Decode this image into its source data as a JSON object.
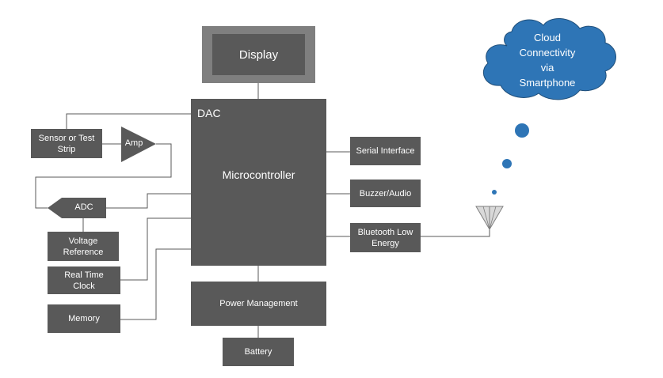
{
  "diagram": {
    "display": "Display",
    "microcontroller": {
      "dac": "DAC",
      "title": "Microcontroller"
    },
    "sensor": [
      "Sensor or Test",
      "Strip"
    ],
    "amp": "Amp",
    "adc": "ADC",
    "voltage_reference": [
      "Voltage",
      "Reference"
    ],
    "real_time_clock": [
      "Real Time",
      "Clock"
    ],
    "memory": "Memory",
    "serial_interface": "Serial Interface",
    "buzzer_audio": "Buzzer/Audio",
    "bluetooth": [
      "Bluetooth Low",
      "Energy"
    ],
    "power_management": "Power Management",
    "battery": "Battery",
    "cloud": [
      "Cloud",
      "Connectivity",
      "via",
      "Smartphone"
    ]
  },
  "colors": {
    "block": "#595959",
    "display_frame": "#7f7f7f",
    "cloud": "#2e75b6",
    "line": "#595959"
  },
  "icons": {
    "antenna": "antenna-icon",
    "cloud": "cloud-icon"
  }
}
